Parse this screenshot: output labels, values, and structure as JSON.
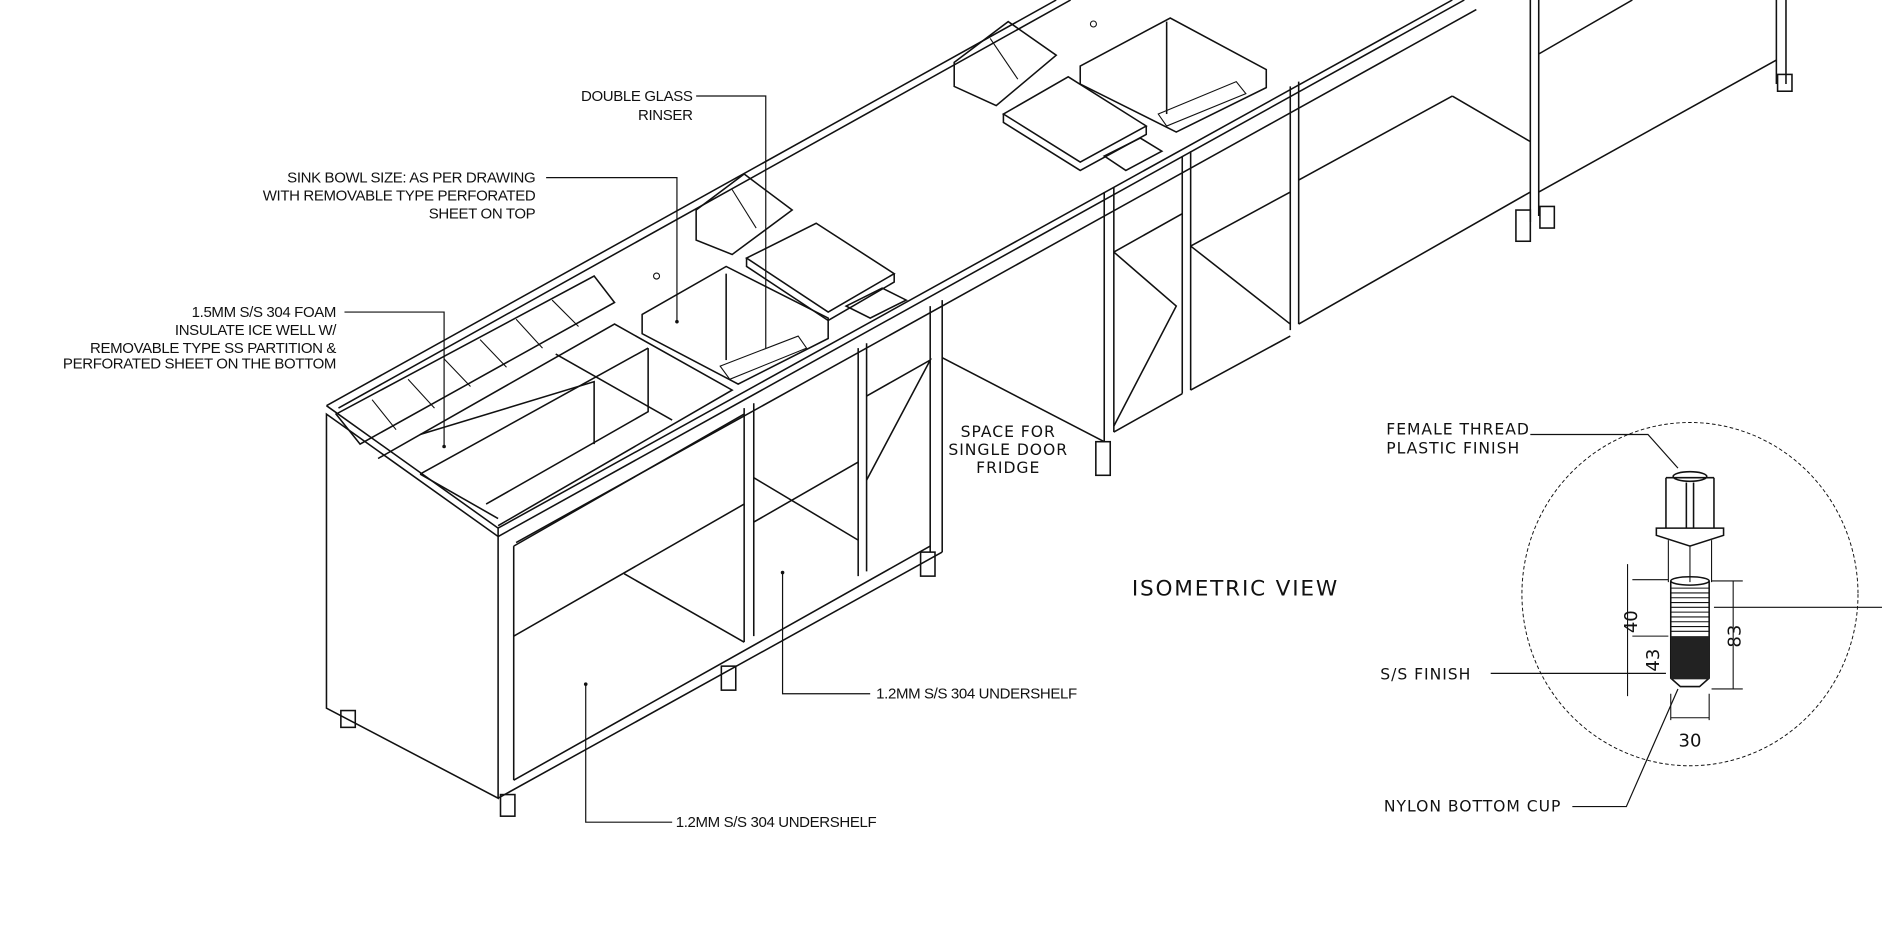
{
  "view_title": "ISOMETRIC VIEW",
  "notes": {
    "double_glass_rinser": [
      "DOUBLE GLASS",
      "RINSER"
    ],
    "sink_bowl": [
      "SINK BOWL SIZE: AS PER DRAWING",
      "WITH REMOVABLE TYPE PERFORATED",
      "SHEET ON TOP"
    ],
    "ice_well": [
      "1.5MM S/S 304 FOAM",
      "INSULATE ICE WELL W/",
      "REMOVABLE TYPE SS PARTITION  &",
      "PERFORATED SHEET ON THE BOTTOM"
    ],
    "fridge_space": [
      "SPACE FOR",
      "SINGLE DOOR",
      "FRIDGE"
    ],
    "undershelf_1": "1.2MM S/S 304 UNDERSHELF",
    "undershelf_2": "1.2MM S/S 304 UNDERSHELF"
  },
  "leg_detail": {
    "female_thread": [
      "FEMALE THREAD",
      "PLASTIC FINISH"
    ],
    "ss_finish": "S/S FINISH",
    "nylon_cup": "NYLON BOTTOM CUP",
    "dimensions": {
      "upper": "40",
      "lower": "43",
      "total": "83",
      "diameter": "30"
    }
  }
}
